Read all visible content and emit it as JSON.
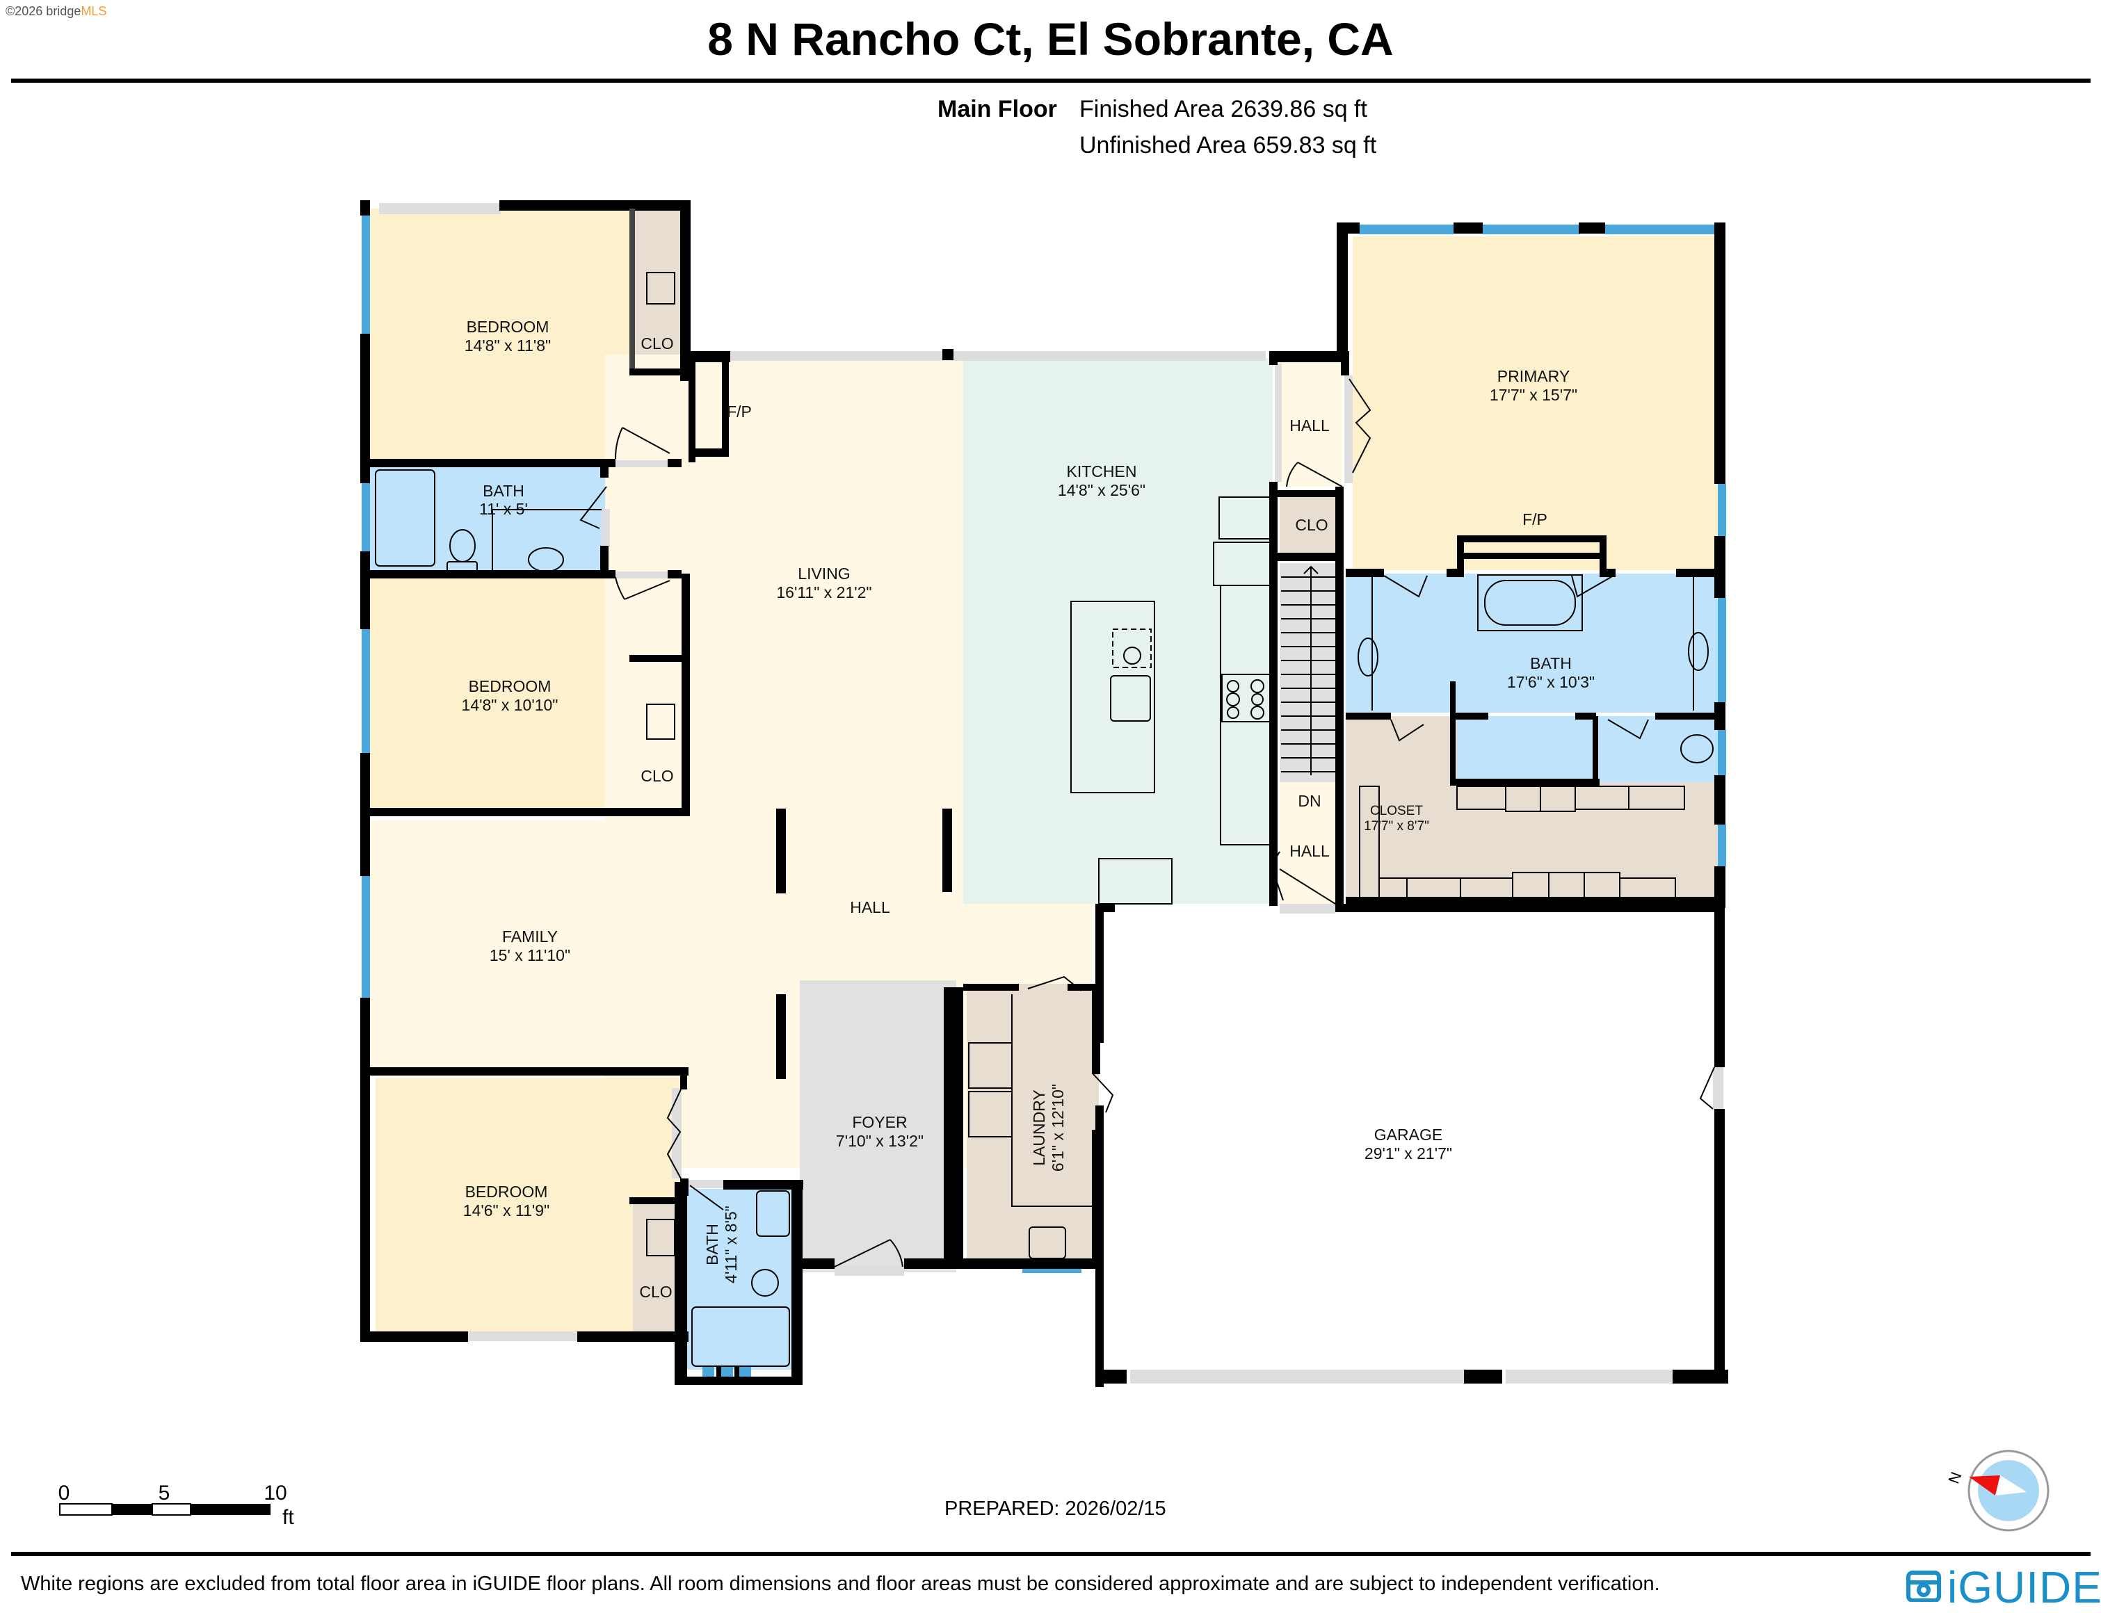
{
  "brand": {
    "copyright": "©2026 bridge",
    "mls": "MLS"
  },
  "header": {
    "title": "8 N Rancho Ct, El Sobrante, CA",
    "floor_label": "Main Floor",
    "finished_area": "Finished Area 2639.86 sq ft",
    "unfinished_area": "Unfinished Area 659.83 sq ft"
  },
  "colors": {
    "bedroom": "#fdf0cc",
    "living": "#fef8e4",
    "kitchen": "#e6f3ec",
    "bath": "#bfe3fa",
    "closet": "#e7ddd0",
    "foyer": "#e1e1e1",
    "stairs": "#e0e0e0",
    "garage": "#ffffff",
    "wall": "#000000",
    "window": "#4aa8dc",
    "compass_needle": "#ee1111",
    "compass_face": "#a9d8f5",
    "iguide_blue": "#1a8fca"
  },
  "rooms": [
    {
      "id": "bedroom-1",
      "name": "BEDROOM",
      "dims": "14'8\" x 11'8\""
    },
    {
      "id": "bath-1",
      "name": "BATH",
      "dims": "11' x 5'"
    },
    {
      "id": "bedroom-2",
      "name": "BEDROOM",
      "dims": "14'8\" x 10'10\""
    },
    {
      "id": "family",
      "name": "FAMILY",
      "dims": "15' x 11'10\""
    },
    {
      "id": "bedroom-3",
      "name": "BEDROOM",
      "dims": "14'6\" x 11'9\""
    },
    {
      "id": "bath-2",
      "name": "BATH",
      "dims": "4'11\" x 8'5\""
    },
    {
      "id": "living",
      "name": "LIVING",
      "dims": "16'11\" x 21'2\""
    },
    {
      "id": "hall-main",
      "name": "HALL",
      "dims": ""
    },
    {
      "id": "foyer",
      "name": "FOYER",
      "dims": "7'10\" x 13'2\""
    },
    {
      "id": "laundry",
      "name": "LAUNDRY",
      "dims": "6'1\" x 12'10\""
    },
    {
      "id": "kitchen",
      "name": "KITCHEN",
      "dims": "14'8\" x 25'6\""
    },
    {
      "id": "primary",
      "name": "PRIMARY",
      "dims": "17'7\" x 15'7\""
    },
    {
      "id": "bath-primary",
      "name": "BATH",
      "dims": "17'6\" x 10'3\""
    },
    {
      "id": "closet-primary",
      "name": "CLOSET",
      "dims": "17'7\" x 8'7\""
    },
    {
      "id": "garage",
      "name": "GARAGE",
      "dims": "29'1\" x 21'7\""
    }
  ],
  "labels": {
    "clo": "CLO",
    "fp": "F/P",
    "hall": "HALL",
    "dn": "DN"
  },
  "scale_bar": {
    "ticks": [
      "0",
      "5",
      "10"
    ],
    "unit": "ft"
  },
  "compass": {
    "label": "N"
  },
  "footer": {
    "prepared": "PREPARED: 2026/02/15",
    "disclaimer": "White regions are excluded from total floor area in iGUIDE floor plans. All room dimensions and floor areas must be considered approximate and are subject to independent verification.",
    "logo": "iGUIDE"
  }
}
